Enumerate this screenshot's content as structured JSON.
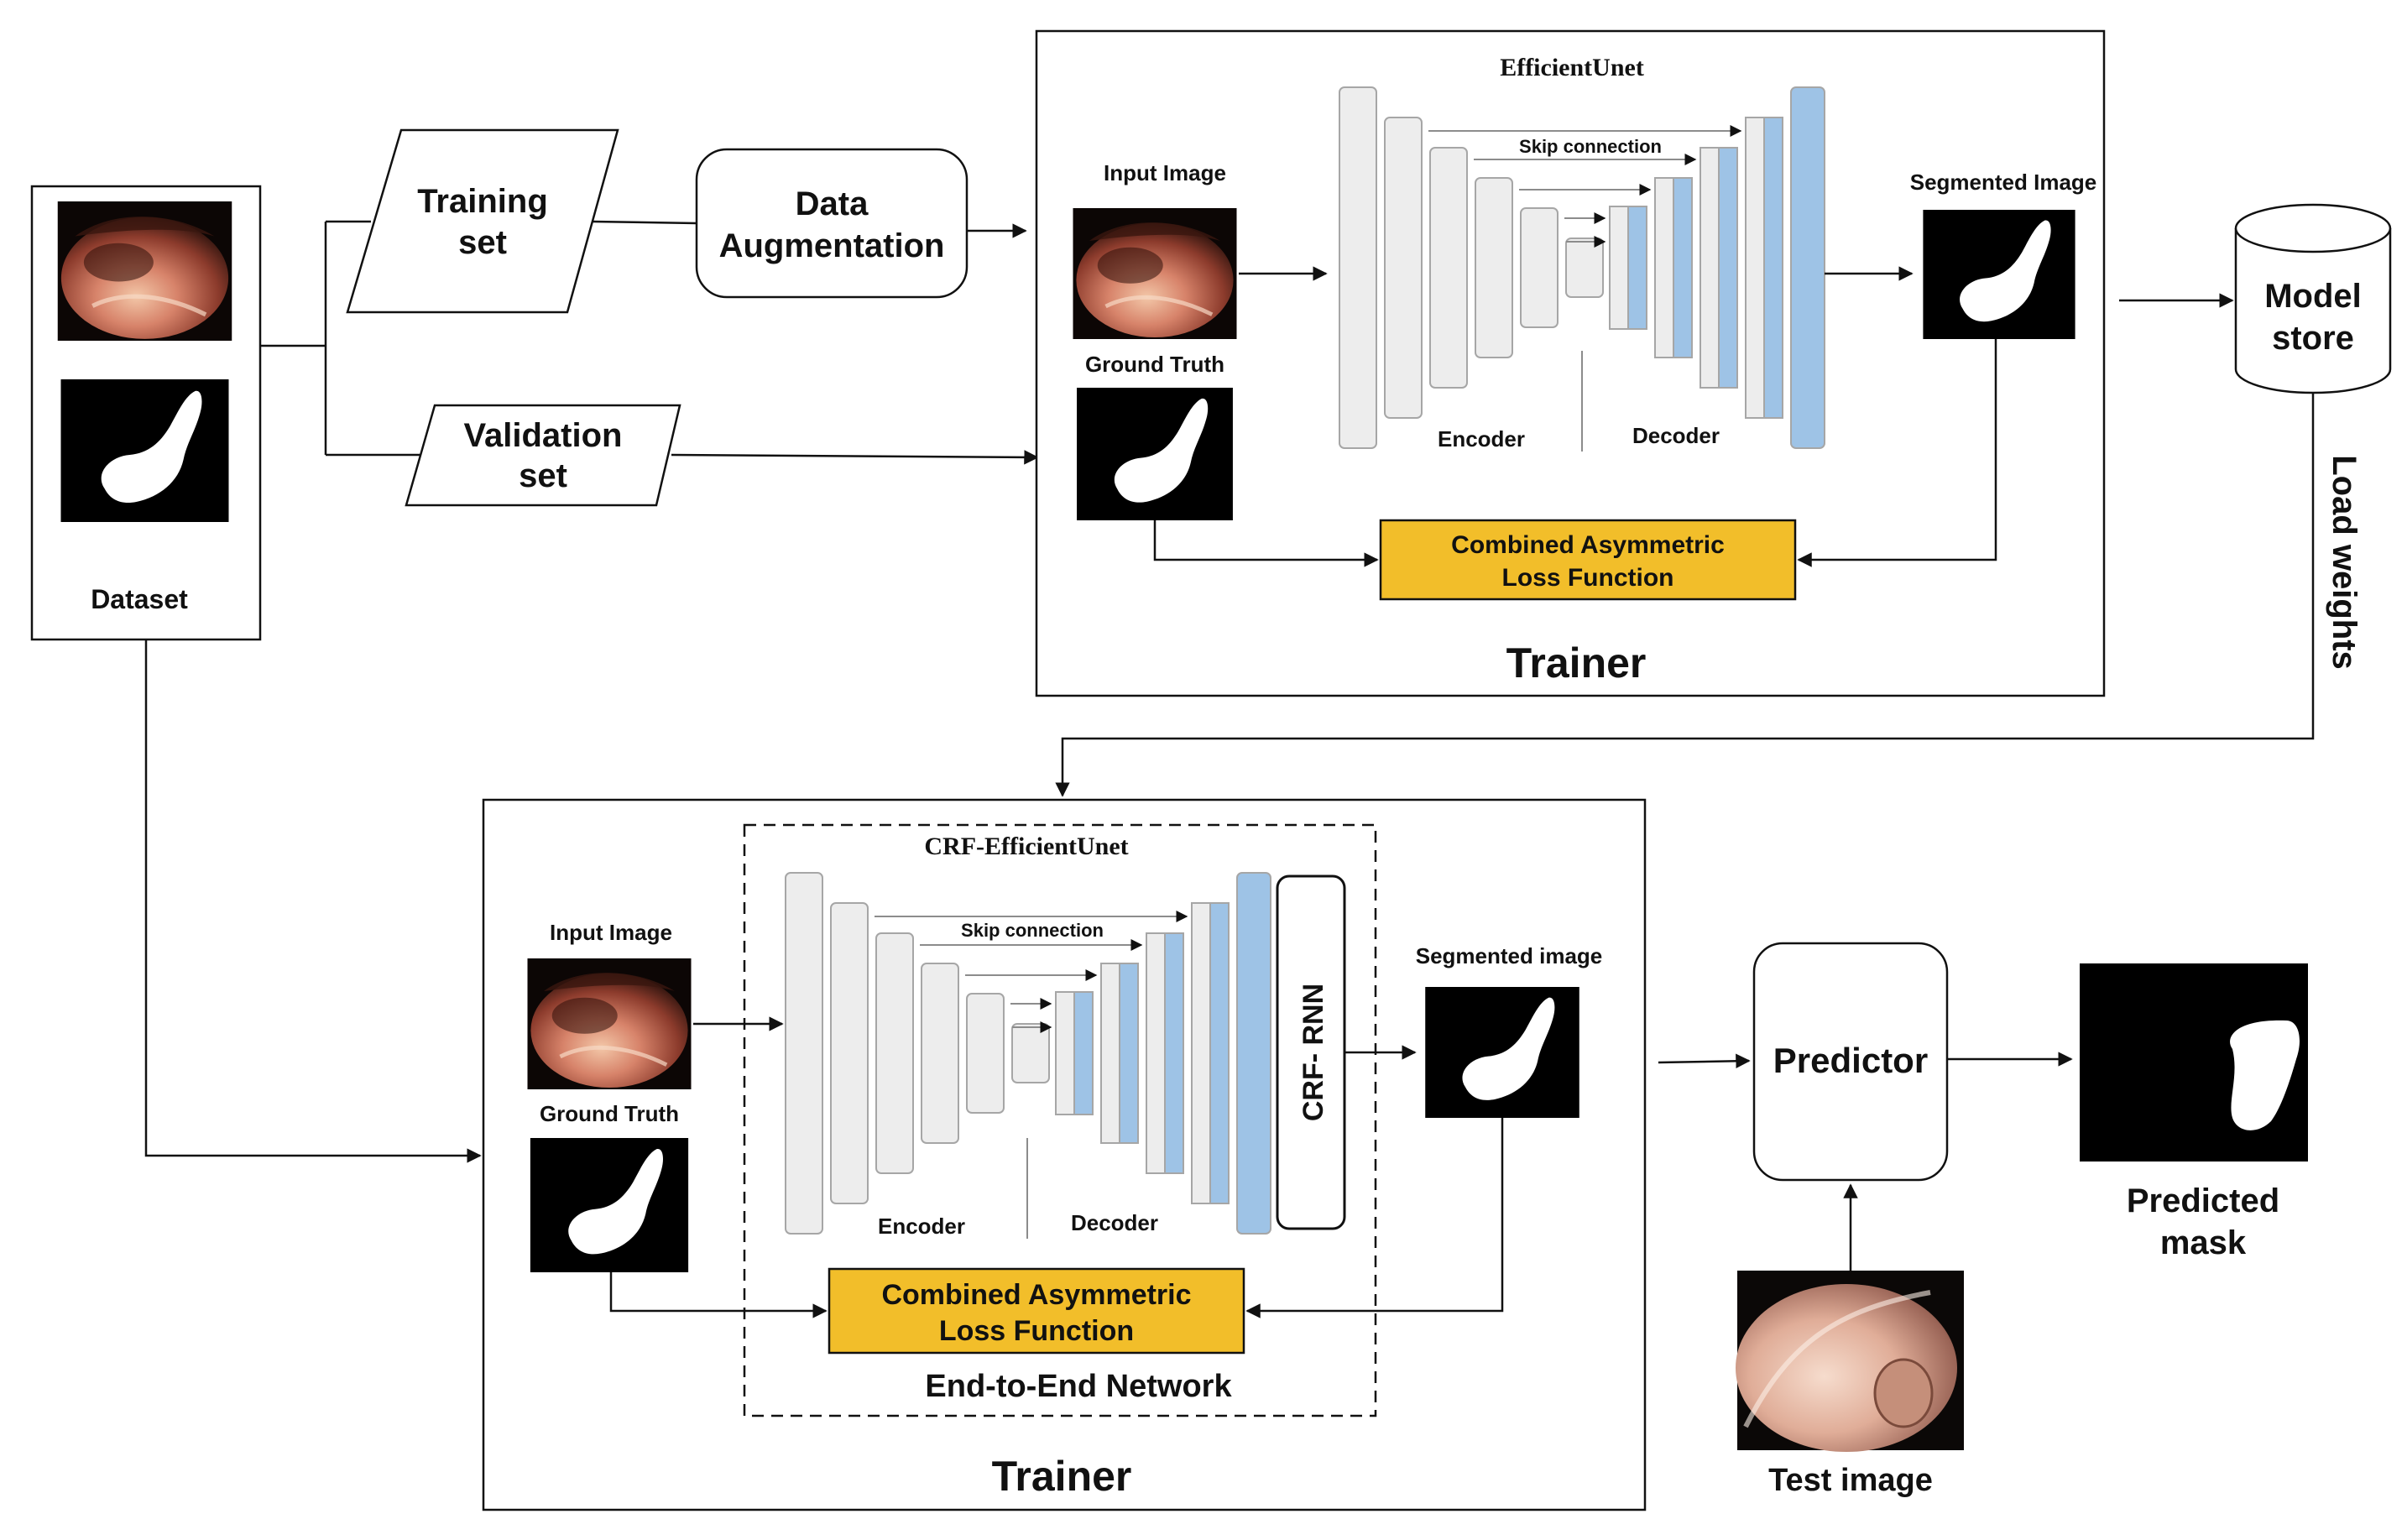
{
  "dataset": {
    "label": "Dataset"
  },
  "training_set": {
    "line1": "Training",
    "line2": "set"
  },
  "validation_set": {
    "line1": "Validation",
    "line2": "set"
  },
  "augmentation": {
    "line1": "Data",
    "line2": "Augmentation"
  },
  "model_store": {
    "line1": "Model",
    "line2": "store"
  },
  "load_weights": "Load weights",
  "trainer1": {
    "title": "Trainer",
    "network_title": "EfficientUnet",
    "input_label": "Input Image",
    "gt_label": "Ground Truth",
    "segmented_label": "Segmented Image",
    "skip_label": "Skip connection",
    "encoder_label": "Encoder",
    "decoder_label": "Decoder",
    "loss": {
      "line1": "Combined Asymmetric",
      "line2": "Loss Function"
    }
  },
  "trainer2": {
    "title": "Trainer",
    "network_title": "CRF-EfficientUnet",
    "input_label": "Input Image",
    "gt_label": "Ground Truth",
    "segmented_label": "Segmented image",
    "skip_label": "Skip connection",
    "encoder_label": "Encoder",
    "decoder_label": "Decoder",
    "crf_label": "CRF- RNN",
    "loss": {
      "line1": "Combined Asymmetric",
      "line2": "Loss Function"
    },
    "end_to_end_label": "End-to-End Network"
  },
  "predictor": {
    "label": "Predictor"
  },
  "predicted_mask": {
    "line1": "Predicted",
    "line2": "mask"
  },
  "test_image": {
    "label": "Test image"
  },
  "colors": {
    "loss_fill": "#F2BE2A",
    "decoder_blue": "#9EC3E6",
    "block_gray": "#EDEDED",
    "block_stroke": "#A6A6A6",
    "line": "#111111"
  }
}
